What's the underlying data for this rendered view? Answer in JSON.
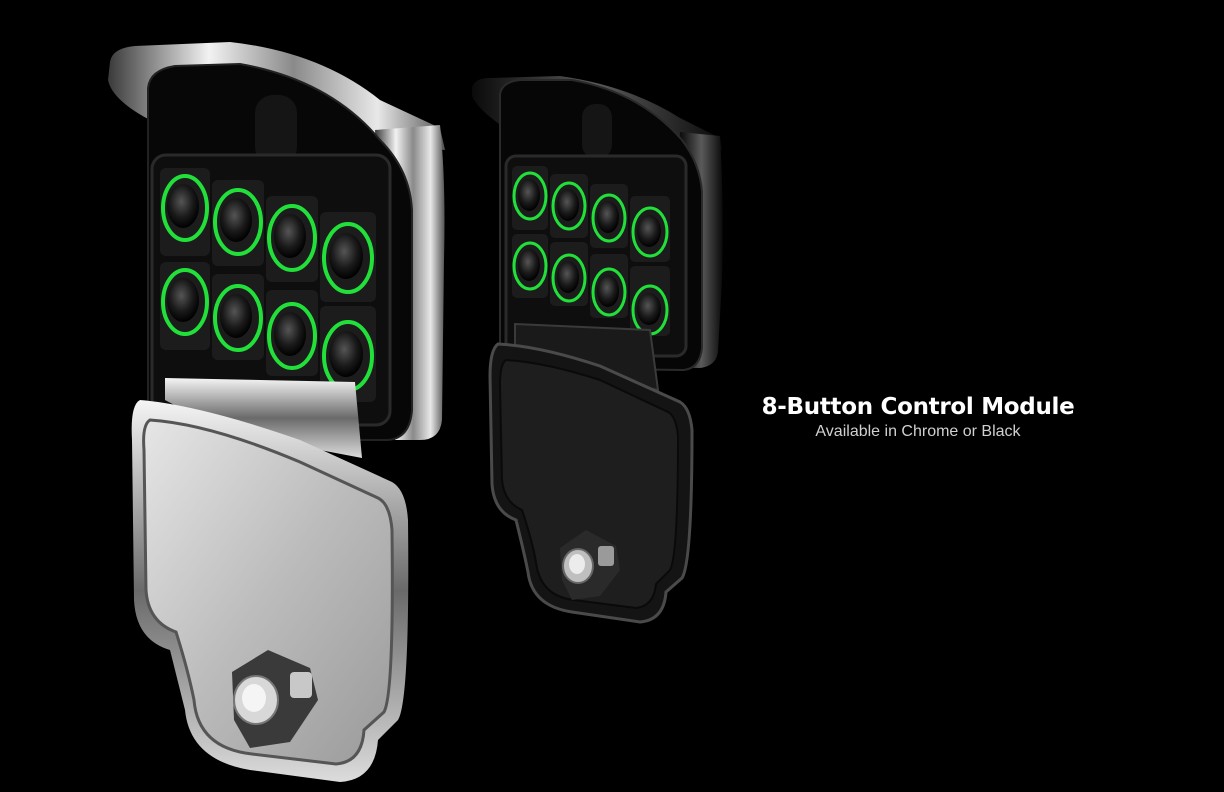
{
  "product": {
    "title": "8-Button Control Module",
    "subtitle": "Available in Chrome or Black"
  },
  "variants": [
    {
      "finish": "chrome",
      "button_count": 8
    },
    {
      "finish": "black",
      "button_count": 8
    }
  ],
  "colors": {
    "background": "#000000",
    "button_ring": "#22e03a",
    "chrome": "#c8c8c8",
    "black_finish": "#0d0d0d"
  }
}
